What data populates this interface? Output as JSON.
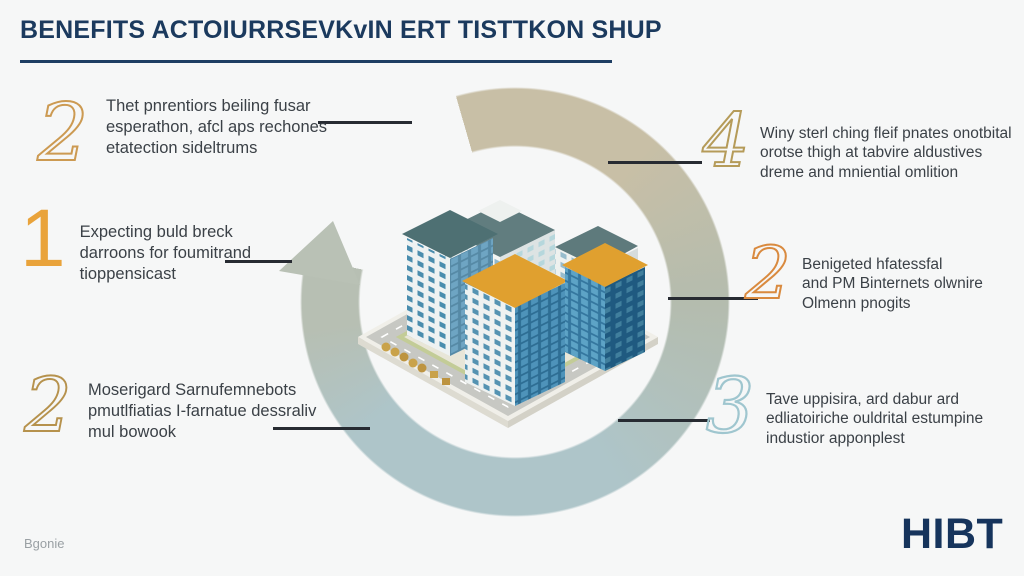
{
  "title": "BENEFITS ACTOIURRSEVKvIN ERT TISTTKON SHUP",
  "items": [
    {
      "number": "2",
      "style": "outline-gold",
      "lines": [
        "Thet pnrentiors beiling fusar",
        "esperathon, afcl aps rechones",
        "etatection sideltrums"
      ]
    },
    {
      "number": "1",
      "style": "solid-orange",
      "lines": [
        "Expecting buld breck",
        "darroons for foumitrand",
        "tioppensicast"
      ]
    },
    {
      "number": "2",
      "style": "outline-gold",
      "lines": [
        "Moserigard Sarnufemnebots",
        "pmutlfiatias I-farnatue dessraliv",
        "mul bowook"
      ]
    },
    {
      "number": "4",
      "style": "outline-gold",
      "lines": [
        "Winy sterl ching fleif pnates onotbital",
        "orotse thigh at tabvire aldustives",
        "dreme and mniential omlition"
      ]
    },
    {
      "number": "2",
      "style": "outline-orange",
      "lines": [
        "Benigeted hfatessfal",
        "and PM Binternets olwnire",
        "Olmenn pnogits"
      ]
    },
    {
      "number": "3",
      "style": "outline-blue",
      "lines": [
        "Tave uppisira, ard dabur ard",
        "edliatoiriche ouldrital estumpine",
        "industior apponplest"
      ]
    }
  ],
  "footer": {
    "footnote": "Bgonie",
    "logo": "HIBT"
  },
  "colors": {
    "title_navy": "#1b3a5e",
    "text_gray": "#3b4147",
    "accent_orange": "#e9a33b",
    "outline_gold": "#bf9a55",
    "outline_orange": "#d98a3f",
    "outline_blue": "#9fc6cf",
    "ring_tan": "#c8bfa6",
    "ring_green": "#b7bfb3",
    "ring_blue": "#aec5c9",
    "logo_navy": "#16345c",
    "background": "#f6f7f7",
    "roof_teal": "#4e7073",
    "roof_orange": "#e0a02f",
    "glass_blue": "#2e6e94"
  },
  "illustration": {
    "name": "isometric-city-block",
    "elements": "buildings, ring road, trees, circular cycle arrow"
  }
}
